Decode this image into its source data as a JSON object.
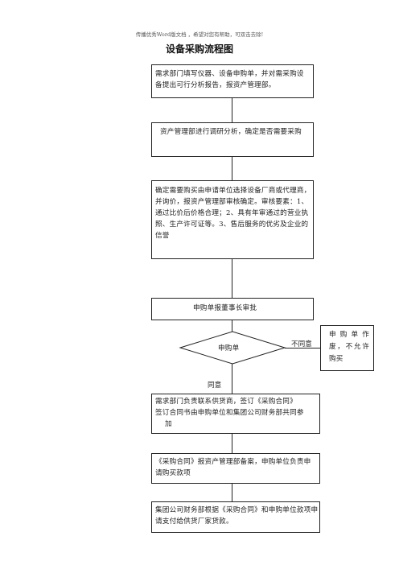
{
  "header_note": "传播优秀Word版文档 ，希望对您有帮助，可双击去除!",
  "title": "设备采购流程图",
  "steps": [
    {
      "lines": [
        "需求部门填写仪器、设备申购单，并对需采购设",
        "备提出可行分析报告，报资产管理部。"
      ]
    },
    {
      "lines": [
        "资产管理部进行调研分析，确定是否需要采购"
      ]
    },
    {
      "lines": [
        "确定需要购买由申请单位选择设备厂商或代理商，",
        "并询价，报资产管理部审核确定。审核要素：1、",
        "通过比价后价格合理；2、具有年审通过的营业执",
        "照、生产许可证等。3、售后服务的优劣及企业的",
        "信誉"
      ]
    },
    {
      "lines": [
        "申购单报董事长审批"
      ]
    },
    {
      "lines": [
        "需求部门负责联系供货商，签订《采购合同》",
        "签订合同书由申购单位和集团公司财务部共同参",
        "加"
      ]
    },
    {
      "lines": [
        "《采购合同》报资产管理部备案，申购单位负责申",
        "请购买款项"
      ]
    },
    {
      "lines": [
        "集团公司财务部根据《采购合同》和申购单位款项申",
        "请支付给供货厂家货款。"
      ]
    }
  ],
  "decision": {
    "label": "申购单",
    "no_label": "不同意",
    "yes_label": "同意",
    "reject_lines": [
      "申 购 单 作",
      "废，不允许",
      "购买"
    ]
  }
}
